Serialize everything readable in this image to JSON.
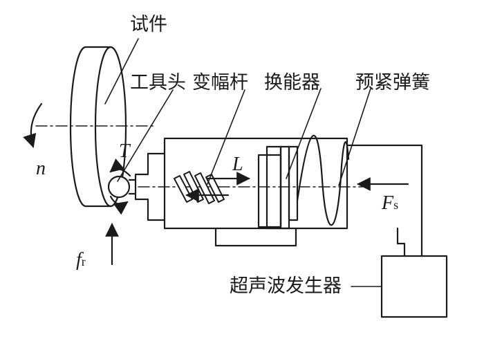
{
  "labels": {
    "workpiece": "试件",
    "tool_head": "工具头",
    "horn": "变幅杆",
    "transducer": "换能器",
    "preload_spring": "预紧弹簧",
    "ultrasonic_generator": "超声波发生器"
  },
  "symbols": {
    "torque": "T",
    "rotation_speed": "n",
    "vibration_direction": "L",
    "preload_force": "F",
    "preload_force_sub": "s",
    "feed_force": "f",
    "feed_force_sub": "r"
  },
  "colors": {
    "stroke": "#1a1a1a",
    "background": "#ffffff"
  },
  "icons": {
    "arrow": "arrow-icon",
    "spring": "spring-icon",
    "roller": "roller-icon"
  }
}
